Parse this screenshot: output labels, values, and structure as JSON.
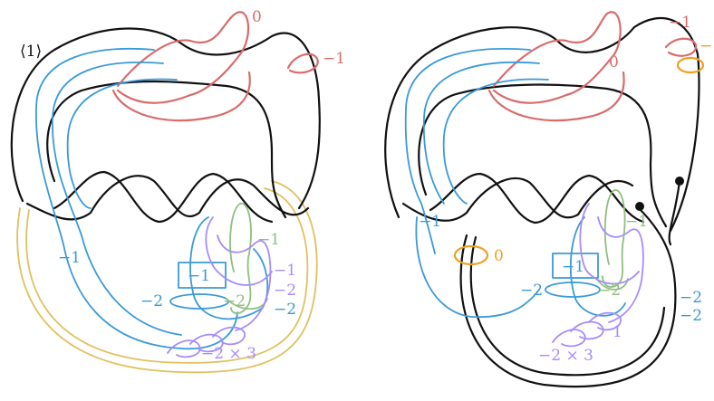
{
  "colors": {
    "black": "#111111",
    "red": "#d96b6b",
    "blue": "#3a9ad9",
    "yellow": "#e0c060",
    "green": "#8fbf7f",
    "purple": "#a78bfa",
    "orange": "#f0a020"
  },
  "left": {
    "tag": "⟨1⟩",
    "red_top": "0",
    "red_right": "−1",
    "blue_outer": "−1",
    "green": "−1",
    "box": "−1",
    "blue_left": "−2",
    "green_inner": "−2",
    "purple_a": "−1",
    "purple_b": "−2",
    "purple_c": "−2",
    "purple_bottom": "−2 × 3"
  },
  "right": {
    "red_top": "0",
    "red_right": "−1",
    "orange_right": "−",
    "blue_outer": "−1",
    "green": "−1",
    "orange_left": "0",
    "box": "−1",
    "blue_left": "−2",
    "green_inner": "−2",
    "purple_one": "1",
    "purple_bottom": "−2 × 3",
    "black_a": "−2",
    "black_b": "−2"
  }
}
